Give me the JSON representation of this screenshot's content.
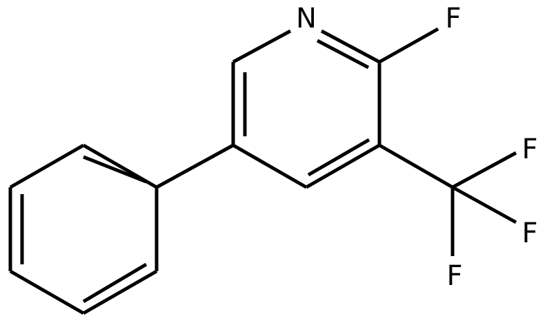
{
  "diagram": {
    "type": "chemical-structure",
    "atoms": {
      "nitrogen": "N",
      "fluorine_ring": "F",
      "fluorine_cf3_top": "F",
      "fluorine_cf3_right": "F",
      "fluorine_cf3_bottom": "F"
    }
  }
}
